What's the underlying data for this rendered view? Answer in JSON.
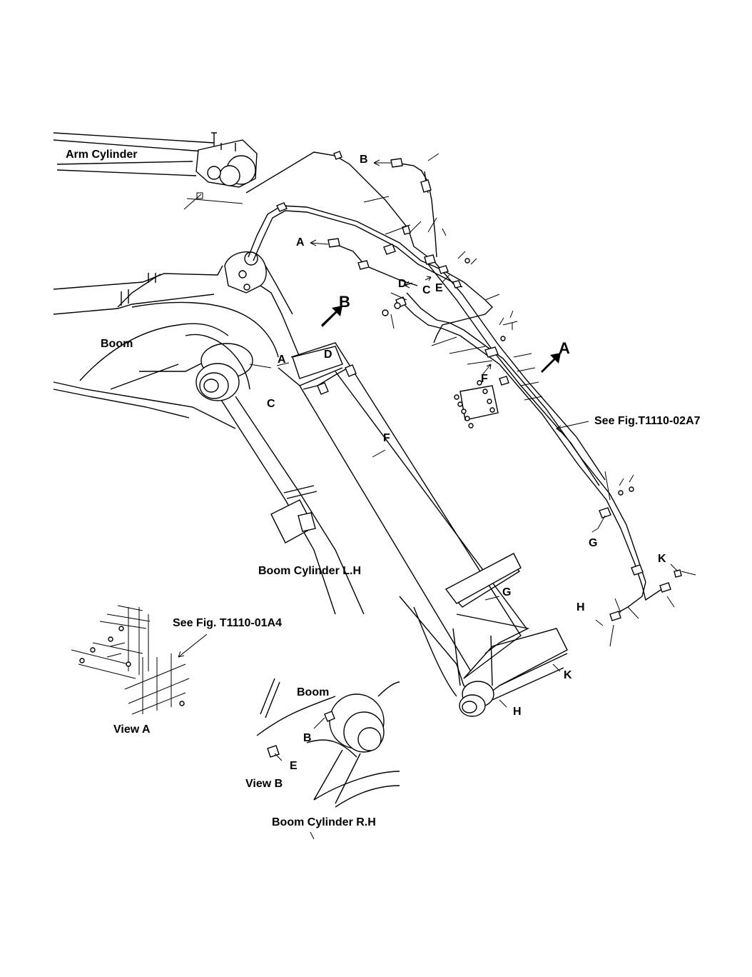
{
  "labels": {
    "arm_cylinder": "Arm Cylinder",
    "boom": "Boom",
    "boom_cylinder_lh": "Boom Cylinder L.H",
    "see_fig_a7": "See Fig.T1110-02A7",
    "see_fig_a4": "See Fig. T1110-01A4",
    "view_a": "View A",
    "view_b": "View B",
    "boom_cylinder_rh": "Boom Cylinder R.H",
    "boom_inset": "Boom"
  },
  "view_arrows": {
    "a": "A",
    "b": "B"
  },
  "callouts": {
    "b_top": "B",
    "a_top": "A",
    "d_top": "D",
    "c_top": "C",
    "e_top": "E",
    "a_mid": "A",
    "d_mid": "D",
    "c_mid": "C",
    "f_right": "F",
    "f_mid": "F",
    "g_right": "G",
    "g_mid": "G",
    "k_right": "K",
    "h_right": "H",
    "k_bottom": "K",
    "h_bottom": "H",
    "b_inset": "B",
    "e_inset": "E"
  }
}
